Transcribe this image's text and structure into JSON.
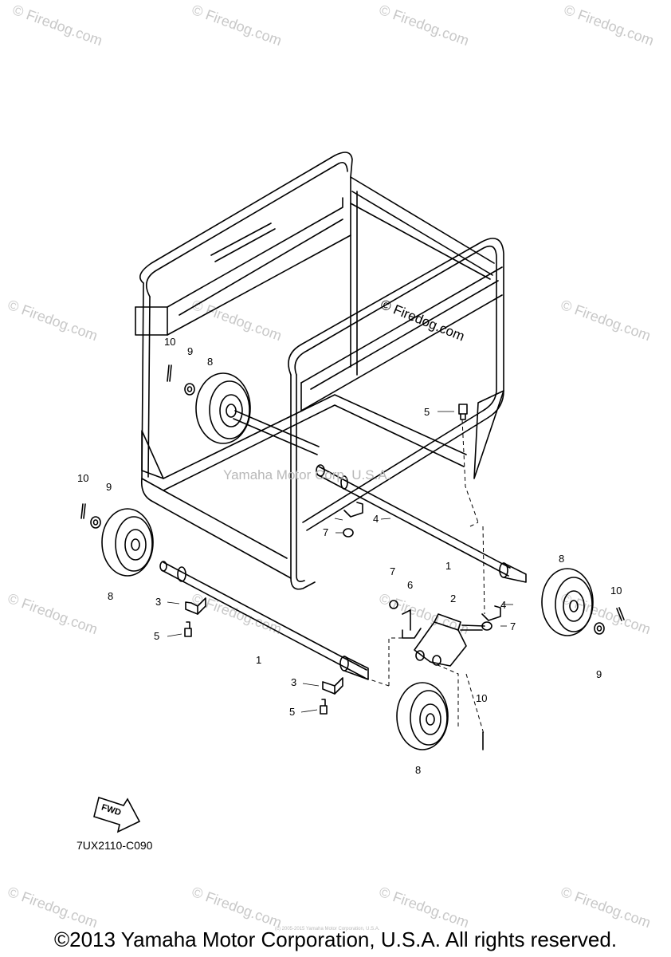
{
  "watermark_text": "© Firedog.com",
  "center_watermark": "Yamaha Motor Corp. U.S.A.",
  "diagram_watermark": "© Firedog.com",
  "figure_id": "7UX2110-C090",
  "fwd_label": "FWD",
  "fine_print": "(c) 2005-2015 Yamaha Motor Corporation, U.S.A.",
  "copyright": "©2013 Yamaha Motor Corporation, U.S.A. All rights reserved.",
  "callouts": [
    "10",
    "9",
    "8",
    "10",
    "9",
    "8",
    "5",
    "4",
    "7",
    "1",
    "3",
    "5",
    "1",
    "3",
    "5",
    "7",
    "6",
    "2",
    "4",
    "7",
    "8",
    "10",
    "9",
    "10",
    "8"
  ]
}
